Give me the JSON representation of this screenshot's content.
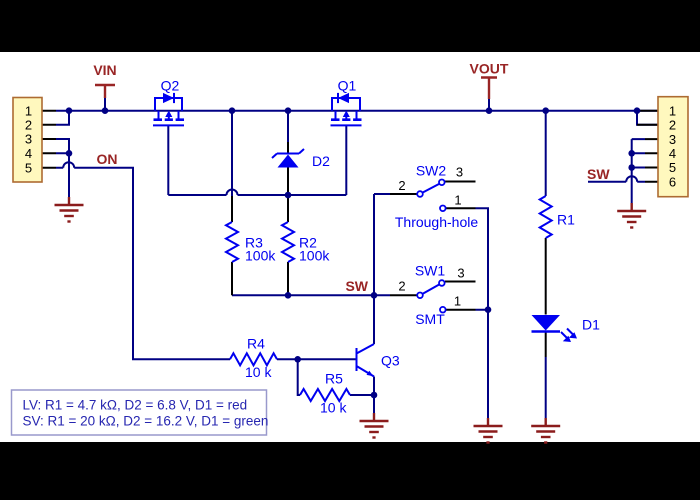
{
  "colors": {
    "background": "#ffffff",
    "letterbox": "#000000",
    "wire": "#000084",
    "symbol_blue": "#0000f0",
    "net_label_red": "#992525",
    "ground_red": "#8b1c1c",
    "pin_black": "#000000",
    "connector_fill": "#fff8be",
    "connector_border": "#ad6b32",
    "note_text": "#2626b0",
    "note_border": "#9999cc"
  },
  "nets": {
    "vin": "VIN",
    "vout": "VOUT",
    "on": "ON",
    "sw": "SW"
  },
  "connectors": {
    "left": {
      "pins": [
        "1",
        "2",
        "3",
        "4",
        "5"
      ]
    },
    "right": {
      "pins": [
        "1",
        "2",
        "3",
        "4",
        "5",
        "6"
      ]
    }
  },
  "components": {
    "q1": {
      "ref": "Q1"
    },
    "q2": {
      "ref": "Q2"
    },
    "q3": {
      "ref": "Q3"
    },
    "d1": {
      "ref": "D1"
    },
    "d2": {
      "ref": "D2"
    },
    "r1": {
      "ref": "R1"
    },
    "r2": {
      "ref": "R2",
      "value": "100k"
    },
    "r3": {
      "ref": "R3",
      "value": "100k"
    },
    "r4": {
      "ref": "R4",
      "value": "10 k"
    },
    "r5": {
      "ref": "R5",
      "value": "10 k"
    },
    "sw1": {
      "ref": "SW1",
      "type_label": "SMT",
      "pin_labels": {
        "p1": "1",
        "p2": "2",
        "p3": "3"
      }
    },
    "sw2": {
      "ref": "SW2",
      "type_label": "Through-hole",
      "pin_labels": {
        "p1": "1",
        "p2": "2",
        "p3": "3"
      }
    }
  },
  "note": {
    "line1": "LV: R1 = 4.7 kΩ, D2 = 6.8 V, D1 = red",
    "line2": "SV: R1 = 20 kΩ, D2 = 16.2 V, D1 = green"
  }
}
